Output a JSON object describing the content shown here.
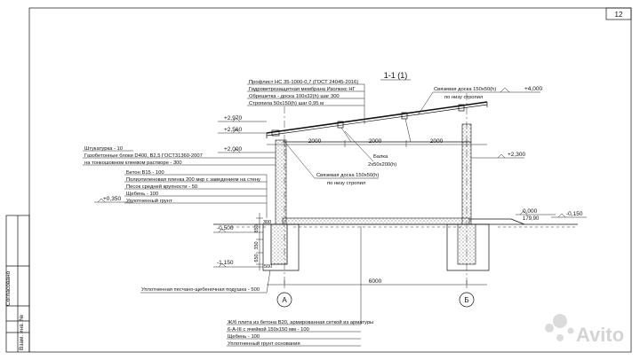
{
  "sheet": {
    "number": "12"
  },
  "section": {
    "title": "1-1 (1)"
  },
  "roof_callout": {
    "lines": [
      "Профлист НС 35-1000-0,7 (ГОСТ 24045-2016)",
      "Гидроветрозащитная мембрана Изолюкс НГ",
      "Обрешетка - доска 100х32(h) шаг 300",
      "Стропила 50х150(h) шаг 0,95 м"
    ]
  },
  "wall_callout": {
    "lines": [
      "Штукатурка - 10",
      "Газобетонные блоки D400, B2,5 ГОСТ31360-2007",
      "на тонкошовном клеевом растворе - 300"
    ]
  },
  "floor_callout": {
    "lines": [
      "Бетон B15 - 100",
      "Полиэтиленовая пленка 200 мкр с заведением на стену",
      "Песок средней крупности - 50",
      "Щебень - 100",
      "Уплотненный грунт"
    ]
  },
  "foundation_callout": {
    "lines": [
      "Ж/б плита из бетона B20, армированная сеткой из арматуры",
      "6-A-III с ячейкой 150х150 мм - 100",
      "Щебень - 100",
      "Уплотненный грунт основания"
    ]
  },
  "labels": {
    "top_board": "Связевая доска 150х50(h)",
    "top_board_sub": "по низу стропил",
    "mid_board": "Связевая доска 150х50(h)",
    "mid_board_sub": "по низу стропил",
    "beam": "Балка",
    "beam_size": "2х50х200(h)",
    "cushion": "Уплотненная песчано-щебеночная подушка - 500",
    "side_approval": "Согласовано",
    "side_inv": "Взам. инв. №"
  },
  "levels": {
    "l4000": "+4,000",
    "l2970": "+2,970",
    "l2560": "+2,560",
    "l2000": "+2,000",
    "l2300": "+2,300",
    "l0350": "+0,350",
    "l0000": "0,000",
    "l0000_sub": "179,90",
    "lm0150": "-0,150",
    "lm0500": "-0,500",
    "lm1150": "-1,150"
  },
  "dimensions": {
    "span1": "2000",
    "span2": "2000",
    "span3": "2000",
    "total": "6000",
    "d850": "850",
    "d300": "300",
    "d350": "350",
    "d650": "650",
    "d500": "500"
  },
  "axes": {
    "a": "А",
    "b": "Б"
  },
  "watermark": "Avito"
}
